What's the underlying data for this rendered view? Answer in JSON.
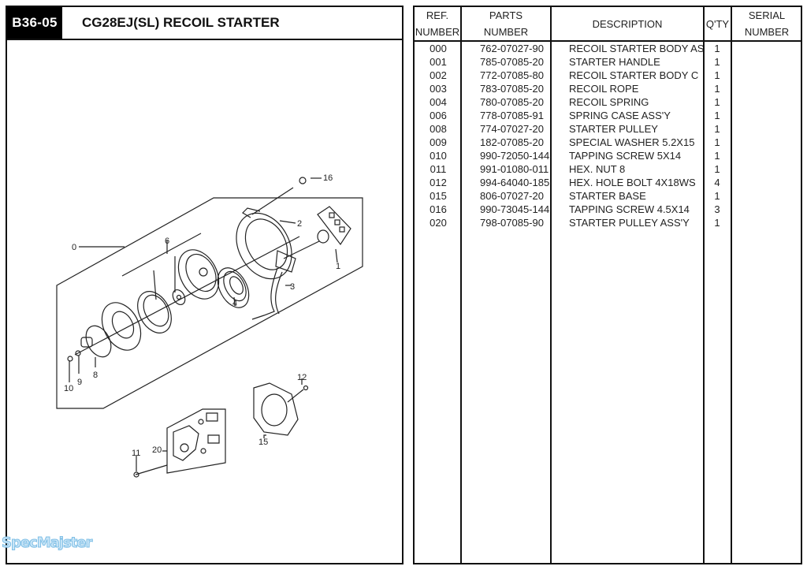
{
  "header": {
    "code": "B36-05",
    "title": "CG28EJ(SL)  RECOIL STARTER"
  },
  "diagram": {
    "callouts": [
      "0",
      "1",
      "2",
      "3",
      "4",
      "6",
      "8",
      "9",
      "10",
      "11",
      "12",
      "15",
      "16",
      "20"
    ]
  },
  "watermark": "SpecMajster",
  "table": {
    "columns": [
      {
        "line1": "REF.",
        "line2": "NUMBER"
      },
      {
        "line1": "PARTS",
        "line2": "NUMBER"
      },
      {
        "line1": "DESCRIPTION",
        "line2": ""
      },
      {
        "line1": "Q'TY",
        "line2": ""
      },
      {
        "line1": "SERIAL",
        "line2": "NUMBER"
      }
    ],
    "rows": [
      {
        "ref": "000",
        "part": "762-07027-90",
        "desc": "RECOIL STARTER BODY AS",
        "qty": "1"
      },
      {
        "ref": "001",
        "part": "785-07085-20",
        "desc": "STARTER HANDLE",
        "qty": "1"
      },
      {
        "ref": "002",
        "part": "772-07085-80",
        "desc": "RECOIL STARTER BODY C",
        "qty": "1"
      },
      {
        "ref": "003",
        "part": "783-07085-20",
        "desc": "RECOIL ROPE",
        "qty": "1"
      },
      {
        "ref": "004",
        "part": "780-07085-20",
        "desc": "RECOIL SPRING",
        "qty": "1"
      },
      {
        "ref": "006",
        "part": "778-07085-91",
        "desc": "SPRING CASE ASS'Y",
        "qty": "1"
      },
      {
        "ref": "008",
        "part": "774-07027-20",
        "desc": "STARTER PULLEY",
        "qty": "1"
      },
      {
        "ref": "009",
        "part": "182-07085-20",
        "desc": "SPECIAL WASHER 5.2X15",
        "qty": "1"
      },
      {
        "ref": "010",
        "part": "990-72050-144",
        "desc": "TAPPING SCREW 5X14",
        "qty": "1"
      },
      {
        "ref": "011",
        "part": "991-01080-011",
        "desc": "HEX. NUT 8",
        "qty": "1"
      },
      {
        "ref": "012",
        "part": "994-64040-185",
        "desc": "HEX. HOLE BOLT 4X18WS",
        "qty": "4"
      },
      {
        "ref": "015",
        "part": "806-07027-20",
        "desc": "STARTER BASE",
        "qty": "1"
      },
      {
        "ref": "016",
        "part": "990-73045-144",
        "desc": "TAPPING SCREW 4.5X14",
        "qty": "3"
      },
      {
        "ref": "020",
        "part": "798-07085-90",
        "desc": "STARTER PULLEY ASS'Y",
        "qty": "1"
      }
    ]
  }
}
